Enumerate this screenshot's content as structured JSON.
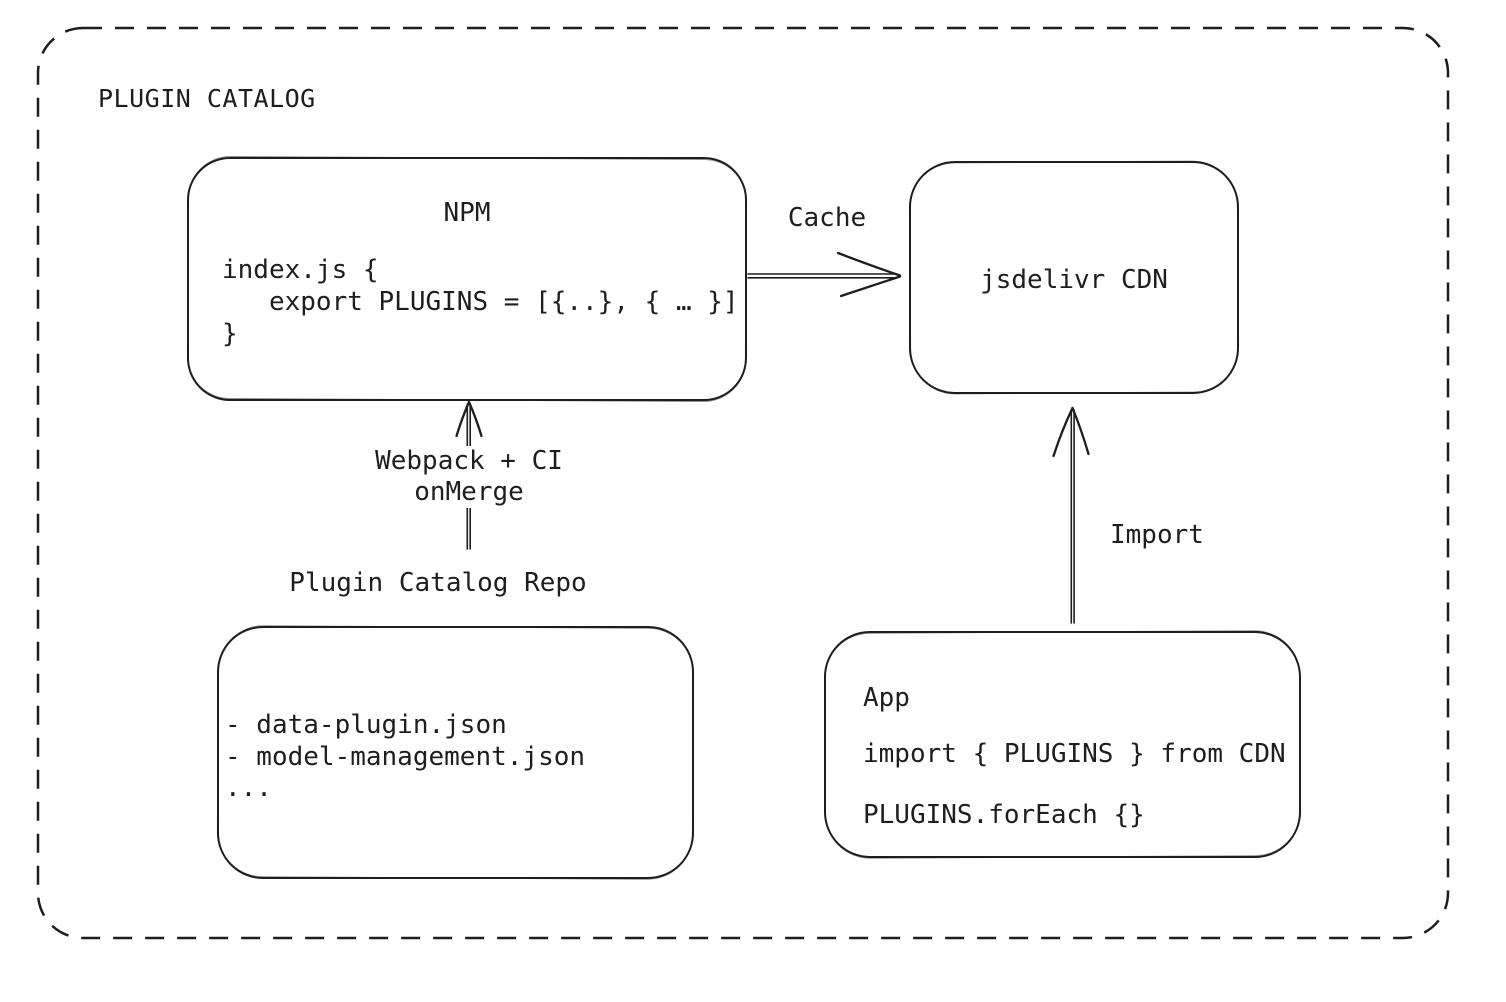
{
  "colors": {
    "stroke": "#1e1e1e",
    "background": "#ffffff"
  },
  "diagram": {
    "title": "PLUGIN CATALOG",
    "npm": {
      "title": "NPM",
      "code": "index.js {\n   export PLUGINS = [{..}, { … }]\n}"
    },
    "cdn": {
      "label": "jsdelivr CDN"
    },
    "repo": {
      "label": "Plugin Catalog Repo",
      "files": "- data-plugin.json\n- model-management.json\n..."
    },
    "app": {
      "title": "App",
      "import_line": "import { PLUGINS } from CDN",
      "foreach_line": "PLUGINS.forEach {}"
    },
    "edges": {
      "cache": "Cache",
      "build": "Webpack + CI\nonMerge",
      "import": "Import"
    }
  }
}
